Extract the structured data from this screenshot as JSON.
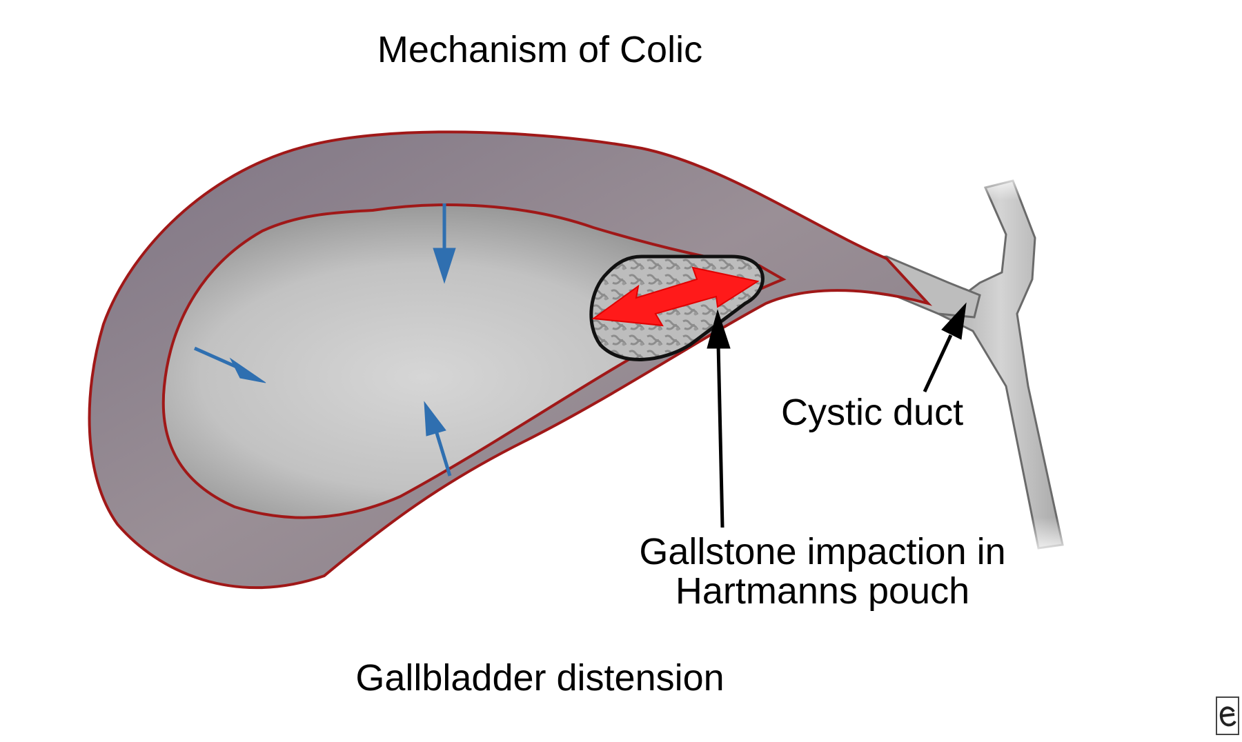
{
  "diagram": {
    "title": "Mechanism of Colic",
    "caption": "Gallbladder distension",
    "labels": {
      "cystic_duct": "Cystic duct",
      "gallstone_line1": "Gallstone impaction in",
      "gallstone_line2": "Hartmanns pouch"
    },
    "colors": {
      "wall_outline": "#a01818",
      "wall_fill": "#8a7e88",
      "lumen": "#c4c4c4",
      "pressure_arrows": "#2f6fb0",
      "impaction_arrow": "#ff1a1a",
      "duct": "#bdbdbd",
      "pointer": "#000000"
    },
    "icons": [
      "pressure-arrow",
      "double-headed-arrow",
      "pointer-arrow",
      "logo-mark"
    ]
  }
}
